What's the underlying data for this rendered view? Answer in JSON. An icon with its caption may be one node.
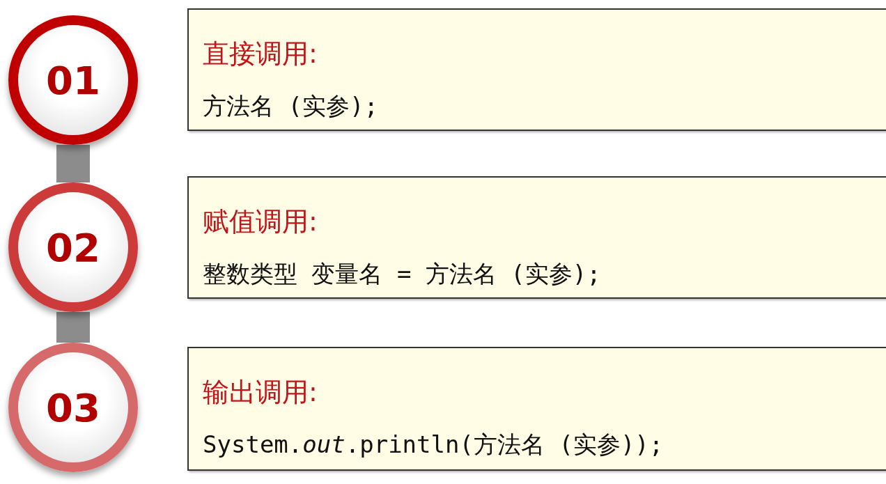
{
  "diagram": {
    "nodes": [
      {
        "text": [
          "01"
        ]
      },
      {
        "text": [
          "直接调用:",
          "方法名 (实参);"
        ]
      },
      {
        "text": [
          "02"
        ]
      },
      {
        "text": [
          "赋值调用:",
          "整数类型 变量名 = 方法名 (实参);"
        ]
      },
      {
        "text": [
          "03"
        ]
      },
      {
        "text": [
          "输出调用:",
          "System.*out*.println(方法名 (实参));"
        ]
      }
    ],
    "edges": [
      {
        "from": 0,
        "to": 2,
        "arrow": "none"
      },
      {
        "from": 2,
        "to": 4,
        "arrow": "none"
      }
    ]
  }
}
